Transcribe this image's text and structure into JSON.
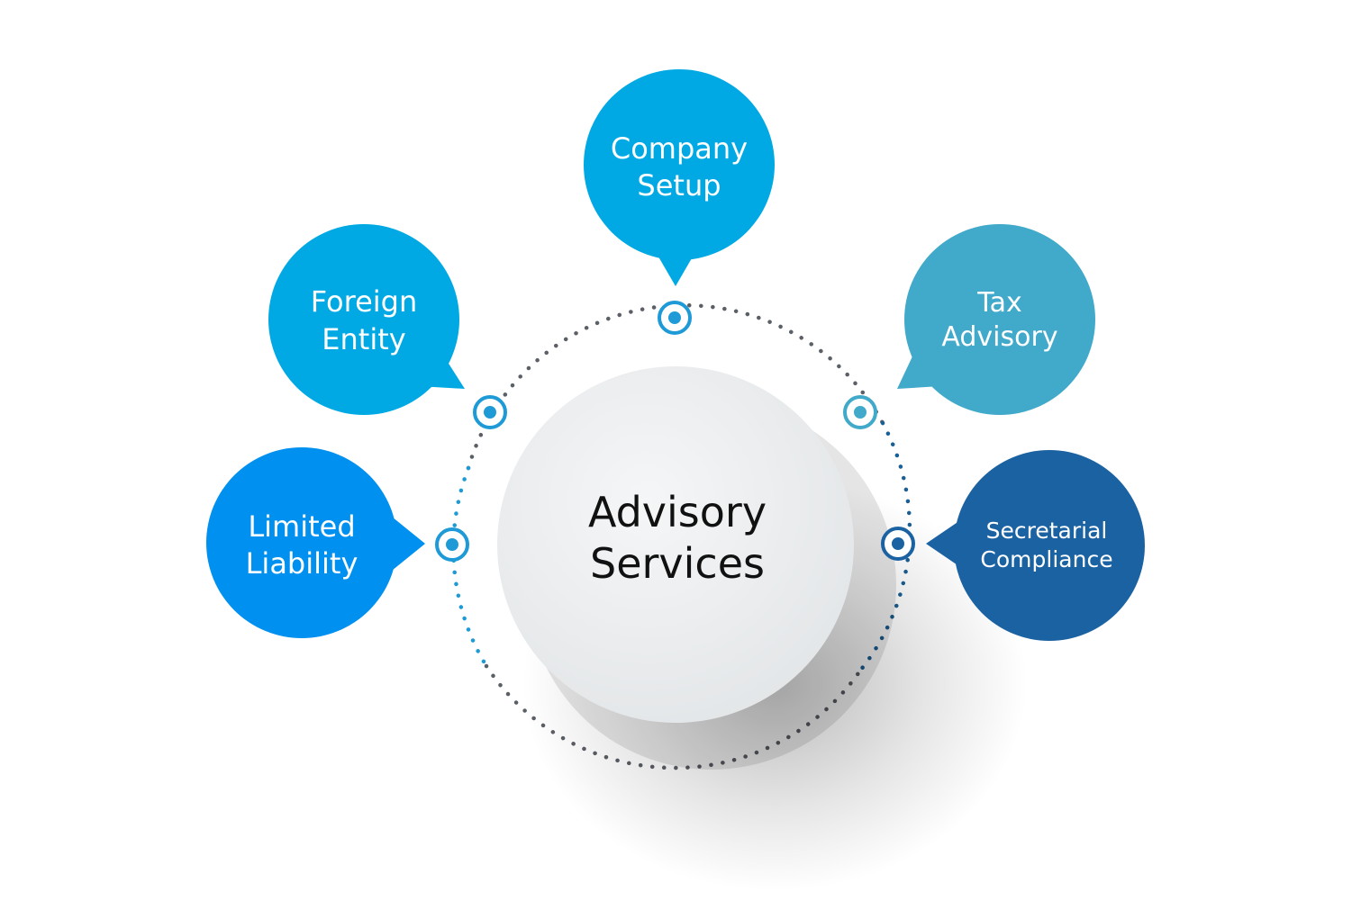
{
  "center": {
    "line1": "Advisory",
    "line2": "Services"
  },
  "nodes": [
    {
      "id": "company-setup",
      "line1": "Company",
      "line2": "Setup",
      "color": "#00a9e4"
    },
    {
      "id": "foreign-entity",
      "line1": "Foreign",
      "line2": "Entity",
      "color": "#00a9e4"
    },
    {
      "id": "limited-liability",
      "line1": "Limited",
      "line2": "Liability",
      "color": "#0090ef"
    },
    {
      "id": "tax-advisory",
      "line1": "Tax",
      "line2": "Advisory",
      "color": "#41a9c9"
    },
    {
      "id": "secretarial-compliance",
      "line1": "Secretarial",
      "line2": "Compliance",
      "color": "#1b62a2"
    }
  ],
  "colors": {
    "ring_dots_gray": "#5b5f66",
    "ring_dots_blue": "#1e9ad6",
    "center_fill": "#f0f2f3",
    "marker_ring": "#1e9ad6"
  }
}
